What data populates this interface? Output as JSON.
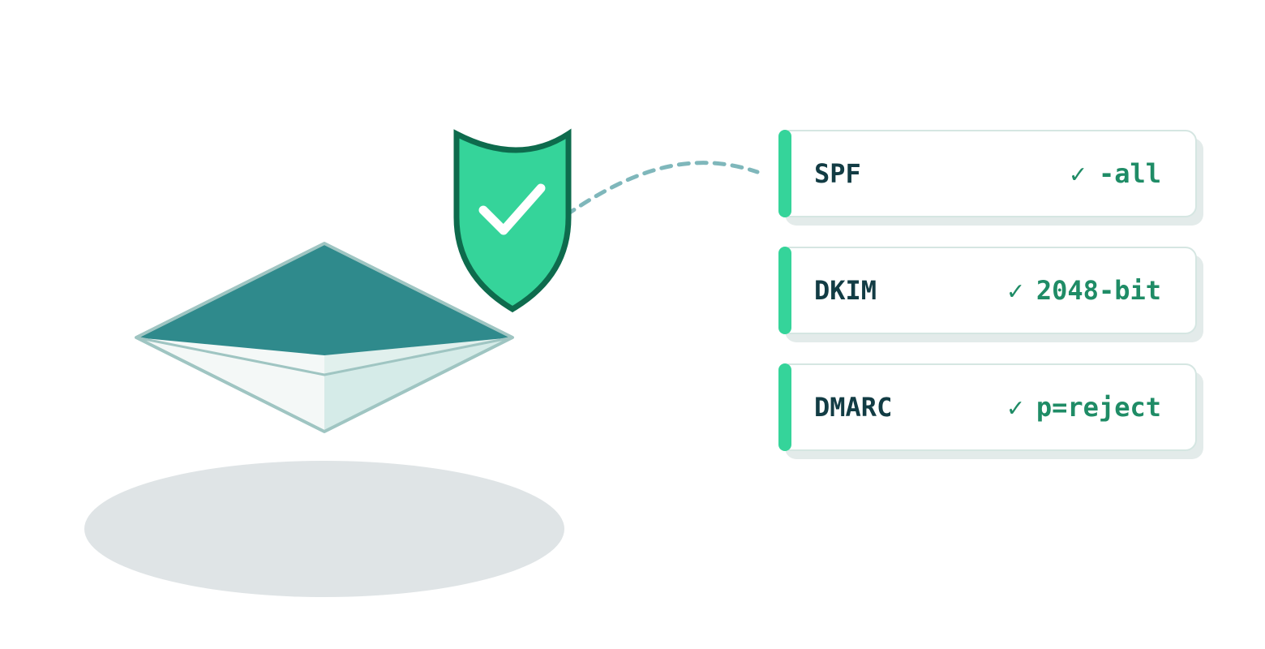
{
  "records": [
    {
      "name": "SPF",
      "check": "✓",
      "value": "-all"
    },
    {
      "name": "DKIM",
      "check": "✓",
      "value": "2048-bit"
    },
    {
      "name": "DMARC",
      "check": "✓",
      "value": "p=reject"
    }
  ],
  "colors": {
    "accent": "#35d49a",
    "shield_fill": "#35d49a",
    "shield_stroke": "#0e6b4d",
    "envelope_flap": "#2f8a8c",
    "envelope_stroke": "#9fc5c2",
    "connector": "#7fb7bb",
    "shadow": "#dfe4e6",
    "record_name": "#123c44",
    "record_value": "#1f8c66"
  },
  "icons": [
    "envelope-icon",
    "shield-check-icon"
  ]
}
